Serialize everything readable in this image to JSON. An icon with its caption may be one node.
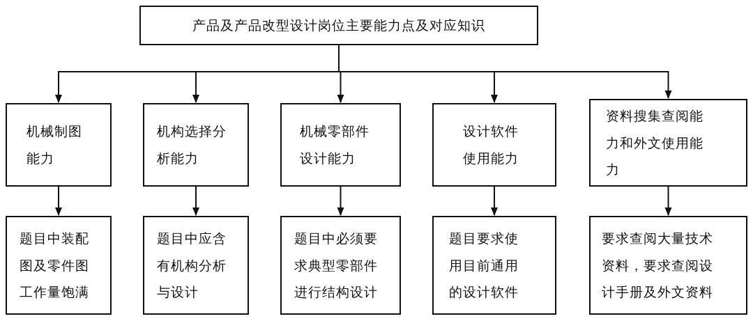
{
  "diagram": {
    "nodes": [
      {
        "text": [
          "产品及产品改型设计岗位主要能力点及对应知识"
        ]
      },
      {
        "text": [
          "机械制图能力"
        ]
      },
      {
        "text": [
          "机构选择分析能力"
        ]
      },
      {
        "text": [
          "机械零部件设计能力"
        ]
      },
      {
        "text": [
          "设计软件使用能力"
        ]
      },
      {
        "text": [
          "资料搜集查阅能力和外文使用能力"
        ]
      },
      {
        "text": [
          "题目中装配图及零件图工作量饱满"
        ]
      },
      {
        "text": [
          "题目中应含有机构分析与设计"
        ]
      },
      {
        "text": [
          "题目中必须要求典型零部件进行结构设计"
        ]
      },
      {
        "text": [
          "题目要求使用目前通用的设计软件"
        ]
      },
      {
        "text": [
          "要求查阅大量技术资料，要求查阅设计手册及外文资料"
        ]
      }
    ],
    "edges": [
      {
        "from": 0,
        "to": 1,
        "arrow": "to"
      },
      {
        "from": 0,
        "to": 2,
        "arrow": "to"
      },
      {
        "from": 0,
        "to": 3,
        "arrow": "to"
      },
      {
        "from": 0,
        "to": 4,
        "arrow": "to"
      },
      {
        "from": 0,
        "to": 5,
        "arrow": "to"
      },
      {
        "from": 1,
        "to": 6,
        "arrow": "to"
      },
      {
        "from": 2,
        "to": 7,
        "arrow": "to"
      },
      {
        "from": 3,
        "to": 8,
        "arrow": "to"
      },
      {
        "from": 4,
        "to": 9,
        "arrow": "to"
      },
      {
        "from": 5,
        "to": 10,
        "arrow": "to"
      }
    ]
  }
}
